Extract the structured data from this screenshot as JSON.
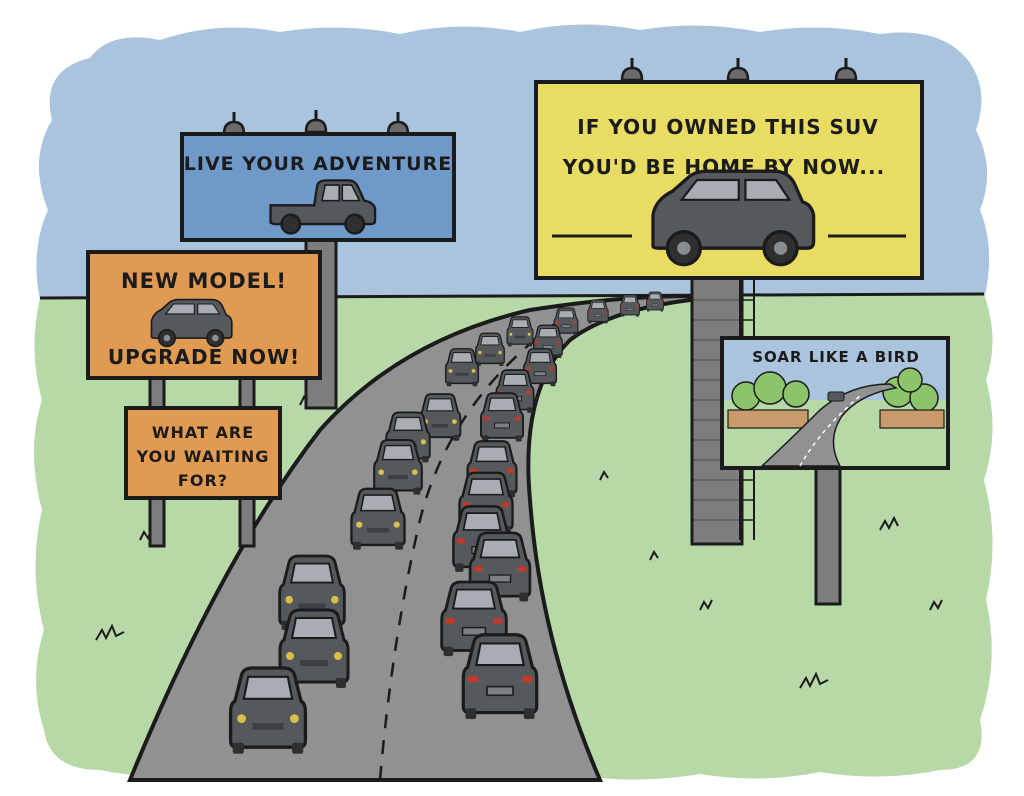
{
  "colors": {
    "sky": "#a9c4dc",
    "grass": "#b7d9a8",
    "road": "#8f9192",
    "car": "#55595c",
    "car_window": "#a7adb2",
    "outline": "#1b1b1b",
    "billboard_blue": "#6f99c8",
    "billboard_orange": "#e19a52",
    "billboard_yellow": "#e8dc62",
    "tail_light": "#c0392b",
    "head_light": "#d9c04a",
    "pole": "#7d7d7d"
  },
  "billboards": {
    "adventure": {
      "text": "LIVE YOUR ADVENTURE",
      "icon": "pickup-truck-icon"
    },
    "new_model": {
      "line1": "NEW MODEL!",
      "line2": "UPGRADE NOW!",
      "icon": "suv-icon"
    },
    "waiting": {
      "line1": "WHAT ARE",
      "line2": "YOU WAITING",
      "line3": "FOR?"
    },
    "suv": {
      "line1": "IF YOU OWNED THIS SUV",
      "line2": "YOU'D BE HOME BY NOW...",
      "icon": "suv-icon"
    },
    "bird": {
      "text": "SOAR LIKE A BIRD",
      "scene": "open-road-landscape"
    }
  }
}
